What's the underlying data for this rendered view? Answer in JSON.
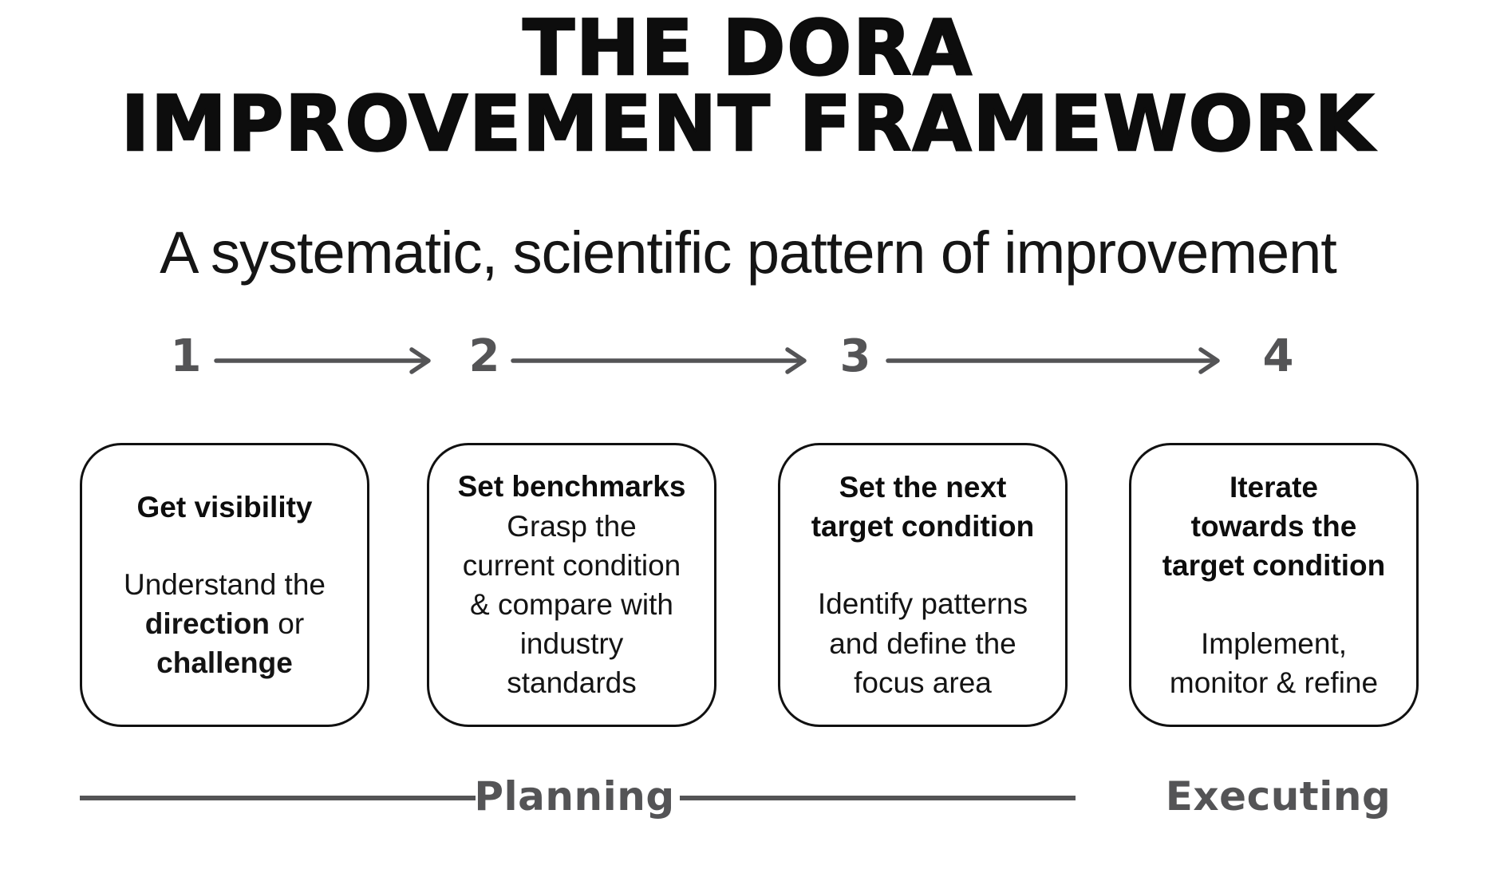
{
  "title": {
    "line1": "THE DORA",
    "line2": "IMPROVEMENT FRAMEWORK"
  },
  "subtitle": "A systematic, scientific pattern of improvement",
  "steps": [
    {
      "number": "1",
      "title": "Get visibility",
      "body": [
        {
          "t": "Understand the\n"
        },
        {
          "t": "direction",
          "b": true
        },
        {
          "t": " or\n"
        },
        {
          "t": "challenge",
          "b": true
        }
      ]
    },
    {
      "number": "2",
      "title": "Set benchmarks",
      "body": [
        {
          "t": "Grasp the\ncurrent condition\n& compare with\nindustry\nstandards"
        }
      ]
    },
    {
      "number": "3",
      "title": "Set the next\ntarget condition",
      "body": [
        {
          "t": "Identify patterns\nand define the\nfocus area"
        }
      ]
    },
    {
      "number": "4",
      "title": "Iterate\ntowards the\ntarget condition",
      "body": [
        {
          "t": "Implement,\nmonitor & refine"
        }
      ]
    }
  ],
  "phases": {
    "planning": "Planning",
    "executing": "Executing"
  },
  "colors": {
    "ink": "#0d0d0d",
    "gray": "#545456",
    "background": "#ffffff",
    "card_border": "#111111"
  }
}
